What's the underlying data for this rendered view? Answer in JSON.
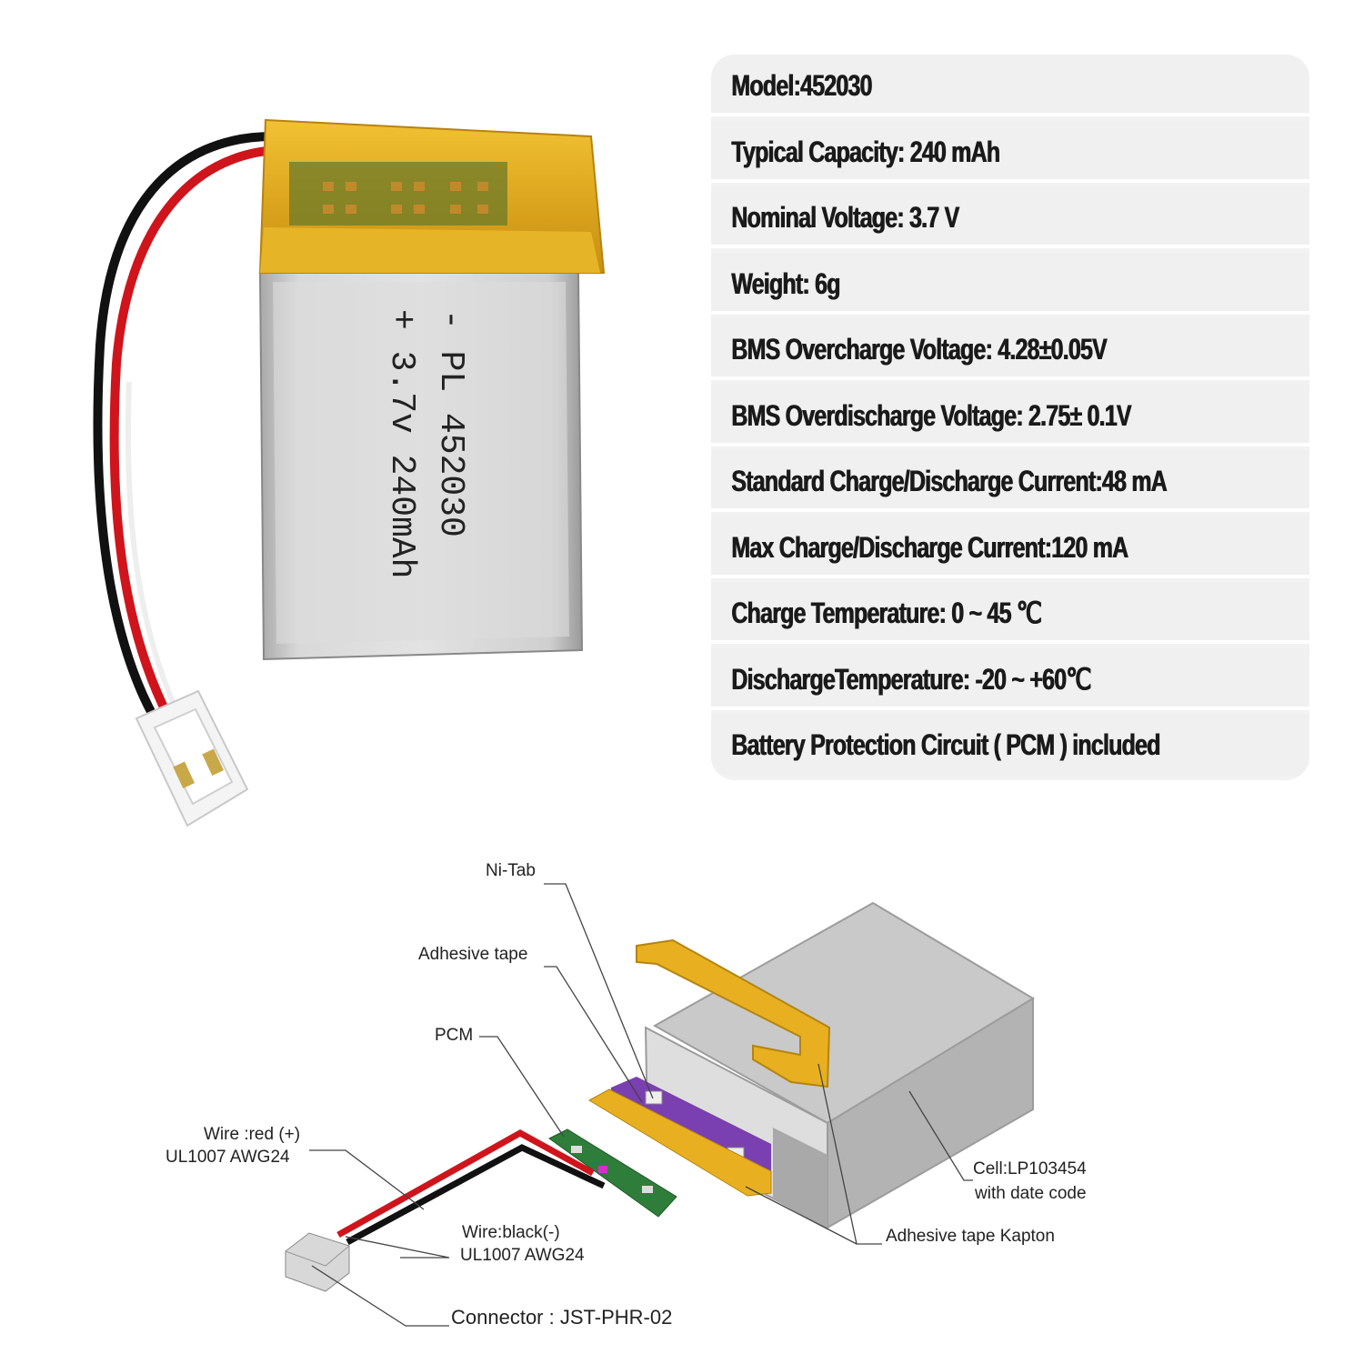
{
  "battery_print": {
    "line1": "- PL  452030",
    "line2": "+ 3.7v 240mAh"
  },
  "specs": [
    "Model:452030",
    "Typical Capacity: 240 mAh",
    "Nominal Voltage: 3.7 V",
    "Weight: 6g",
    "BMS Overcharge Voltage: 4.28±0.05V",
    "BMS Overdischarge Voltage: 2.75± 0.1V",
    "Standard Charge/Discharge Current:48 mA",
    "Max Charge/Discharge Current:120 mA",
    "Charge Temperature: 0 ~ 45 ℃",
    "DischargeTemperature: -20 ~ +60℃",
    "Battery Protection Circuit ( PCM ) included"
  ],
  "diagram_labels": {
    "ni_tab": "Ni-Tab",
    "adhesive_tape": "Adhesive tape",
    "pcm": "PCM",
    "wire_red": "Wire :red (+)",
    "wire_red_spec": "UL1007 AWG24",
    "wire_black": "Wire:black(-)",
    "wire_black_spec": "UL1007 AWG24",
    "connector": "Connector : JST-PHR-02",
    "cell": "Cell:LP103454",
    "cell_note": "with date code",
    "kapton": "Adhesive tape Kapton"
  },
  "colors": {
    "kapton_yellow": "#e8b020",
    "cell_silver": "#c4c4c4",
    "pcm_green": "#2f7d3a",
    "pcm_purple": "#7a3fb0",
    "wire_red": "#d0141b",
    "wire_black": "#111111"
  }
}
